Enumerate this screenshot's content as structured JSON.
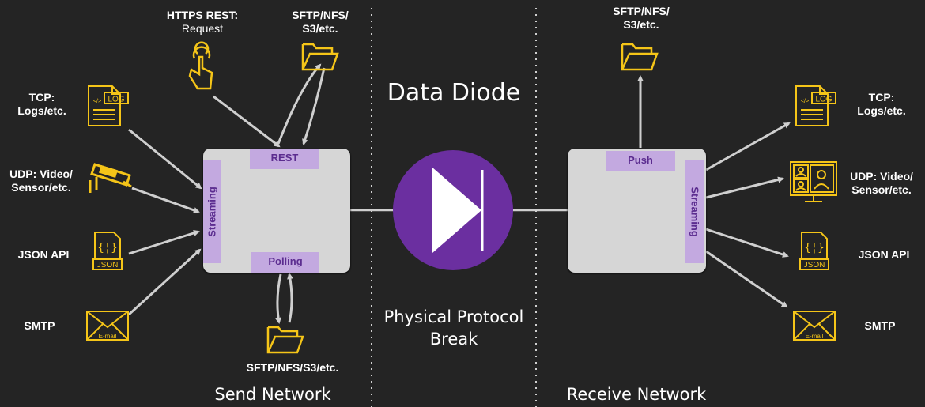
{
  "title": "Data Diode",
  "subtitle": "Physical Protocol Break",
  "send_network": {
    "label": "Send Network",
    "box_tags": {
      "rest": "REST",
      "polling": "Polling",
      "streaming": "Streaming"
    },
    "inputs": [
      {
        "label": "TCP: Logs/etc.",
        "icon": "log-file-icon"
      },
      {
        "label": "UDP: Video/ Sensor/etc.",
        "icon": "camera-icon"
      },
      {
        "label": "JSON API",
        "icon": "json-file-icon"
      },
      {
        "label": "SMTP",
        "icon": "email-icon"
      }
    ],
    "https_rest": {
      "label": "HTTPS REST:",
      "sub": "Request",
      "icon": "touch-hand-icon"
    },
    "sftp_top": {
      "label": "SFTP/NFS/ S3/etc.",
      "icon": "folder-icon"
    },
    "sftp_bottom": {
      "label": "SFTP/NFS/S3/etc.",
      "icon": "folder-icon"
    }
  },
  "receive_network": {
    "label": "Receive Network",
    "box_tags": {
      "push": "Push",
      "streaming": "Streaming"
    },
    "outputs": [
      {
        "label": "TCP: Logs/etc.",
        "icon": "log-file-icon"
      },
      {
        "label": "UDP: Video/ Sensor/etc.",
        "icon": "video-monitor-icon"
      },
      {
        "label": "JSON API",
        "icon": "json-file-icon"
      },
      {
        "label": "SMTP",
        "icon": "email-icon"
      }
    ],
    "sftp_top": {
      "label": "SFTP/NFS/ S3/etc.",
      "icon": "folder-icon"
    }
  },
  "icon_texts": {
    "log": "LOG",
    "json": "JSON",
    "email": "E-mail",
    "code": "</>"
  },
  "colors": {
    "background": "#242424",
    "icon": "#f5c518",
    "diode": "#6b2fa0",
    "tag": "#c3a9e0",
    "arrow": "#cfcfcf"
  }
}
